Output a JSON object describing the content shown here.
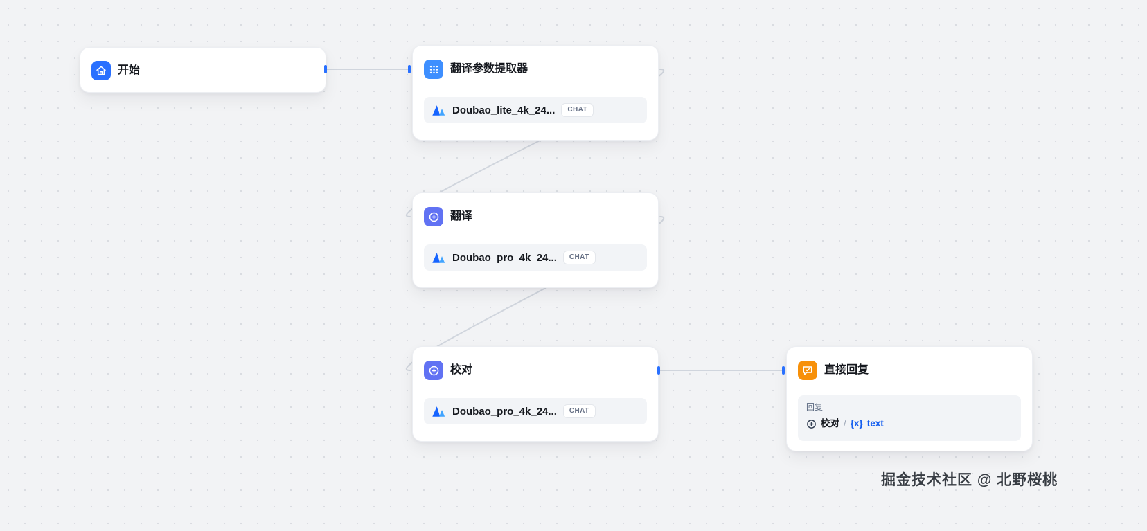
{
  "canvas": {
    "watermark": "掘金技术社区 @ 北野桜桃",
    "colors": {
      "accent_blue": "#2970ff",
      "extractor_blue": "#3e8fff",
      "llm_indigo": "#6172f3",
      "reply_orange": "#f79009",
      "variable_blue": "#155eef",
      "edge_gray": "#d0d5dd"
    }
  },
  "nodes": [
    {
      "id": "start",
      "title": "开始",
      "icon": "home-icon"
    },
    {
      "id": "param-extractor",
      "title": "翻译参数提取器",
      "icon": "parameter-extractor-icon",
      "model": {
        "name": "Doubao_lite_4k_24...",
        "badge": "CHAT"
      }
    },
    {
      "id": "translate",
      "title": "翻译",
      "icon": "llm-icon",
      "model": {
        "name": "Doubao_pro_4k_24...",
        "badge": "CHAT"
      }
    },
    {
      "id": "proofread",
      "title": "校对",
      "icon": "llm-icon",
      "model": {
        "name": "Doubao_pro_4k_24...",
        "badge": "CHAT"
      }
    },
    {
      "id": "direct-reply",
      "title": "直接回复",
      "icon": "reply-icon",
      "reply": {
        "label": "回复",
        "ref_node": "校对",
        "separator": "/",
        "var_prefix": "{x}",
        "var_name": "text"
      }
    }
  ],
  "edges": [
    {
      "from": "开始",
      "to": "翻译参数提取器"
    },
    {
      "from": "翻译参数提取器",
      "to": "翻译"
    },
    {
      "from": "翻译",
      "to": "校对"
    },
    {
      "from": "校对",
      "to": "直接回复"
    }
  ]
}
